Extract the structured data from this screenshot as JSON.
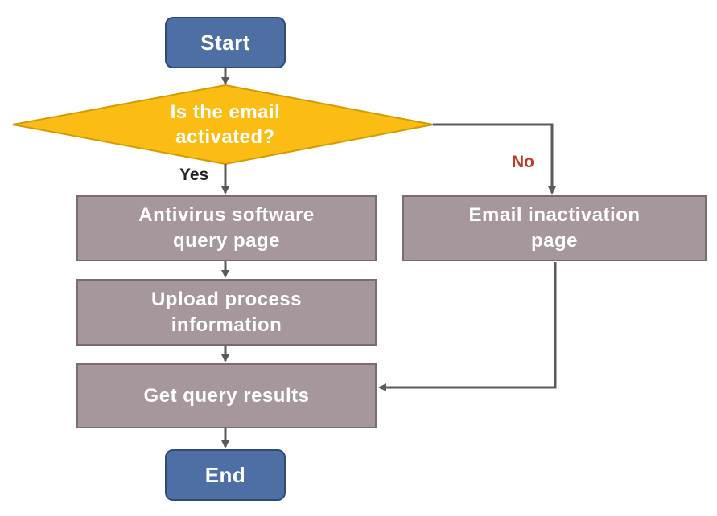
{
  "nodes": {
    "start": {
      "label": "Start"
    },
    "decision": {
      "label_line1": "Is the email",
      "label_line2": "activated?"
    },
    "antivirus": {
      "label_line1": "Antivirus software",
      "label_line2": "query page"
    },
    "upload": {
      "label_line1": "Upload process",
      "label_line2": "information"
    },
    "inactivation": {
      "label_line1": "Email inactivation",
      "label_line2": "page"
    },
    "results": {
      "label": "Get query results"
    },
    "end": {
      "label": "End"
    }
  },
  "edge_labels": {
    "yes": "Yes",
    "no": "No"
  },
  "colors": {
    "terminal_fill": "#4d6fa4",
    "decision_fill": "#fbbd14",
    "process_fill": "#a5979b",
    "connector": "#5a5a5a",
    "no_label": "#c0392b"
  }
}
